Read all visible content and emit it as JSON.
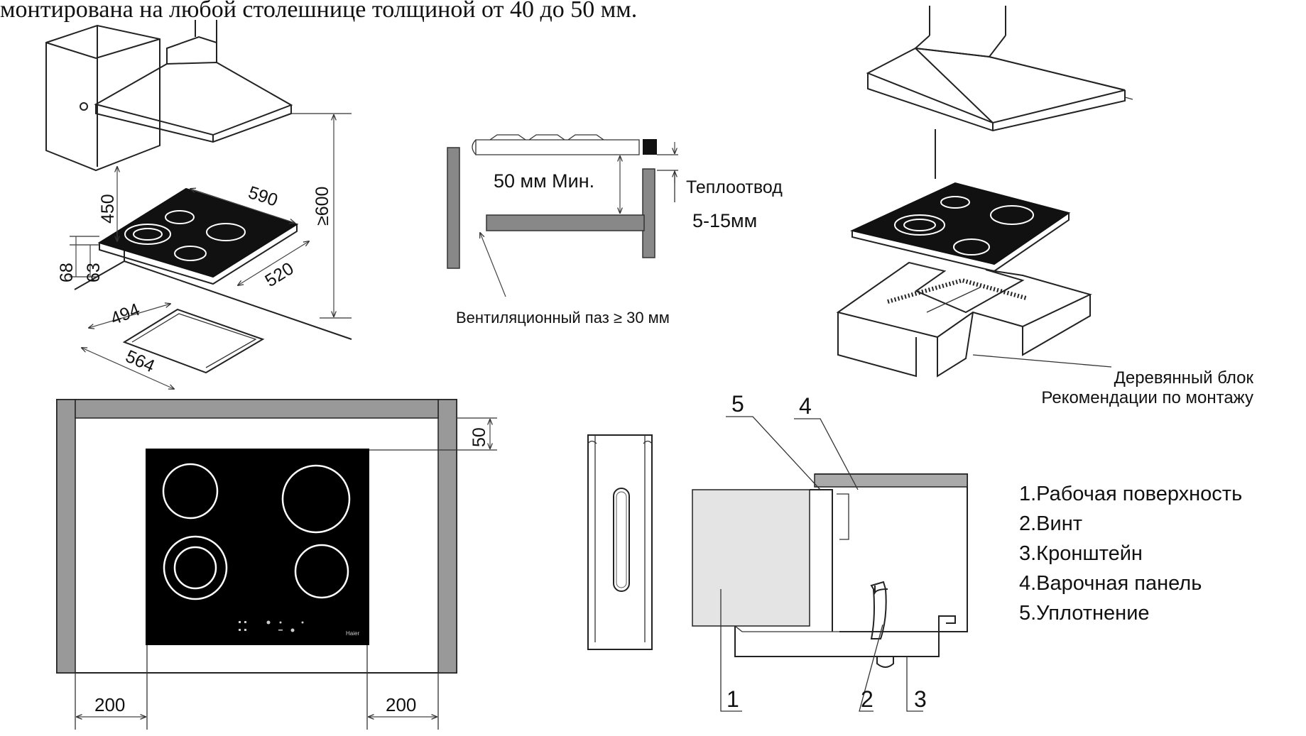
{
  "header": {
    "top_text": "монтирована на любой столешнице толщиной от 40 до 50 мм."
  },
  "fig_dimensions": {
    "cooktop_width": "590",
    "cooktop_depth": "520",
    "hood_clearance": "450",
    "min_height": "≥600",
    "thickness_a": "68",
    "thickness_b": "63",
    "cutout_depth": "494",
    "cutout_width": "564"
  },
  "fig_ventilation": {
    "min_gap_label": "50 мм Мин.",
    "heat_label": "Теплоотвод",
    "heat_range": "5-15мм",
    "vent_label": "Вентиляционный паз ≥ 30 мм"
  },
  "fig_island": {
    "wood_block_label": "Деревянный блок",
    "recommend_label": "Рекомендации по монтажу"
  },
  "fig_layout": {
    "top_gap": "50",
    "left_gap": "200",
    "right_gap": "200",
    "brand": "Haier"
  },
  "fig_section": {
    "callouts": [
      "1",
      "2",
      "3",
      "4",
      "5"
    ]
  },
  "legend": {
    "items": [
      "1.Рабочая поверхность",
      "2.Винт",
      "3.Кронштейн",
      "4.Варочная панель",
      "5.Уплотнение"
    ]
  }
}
